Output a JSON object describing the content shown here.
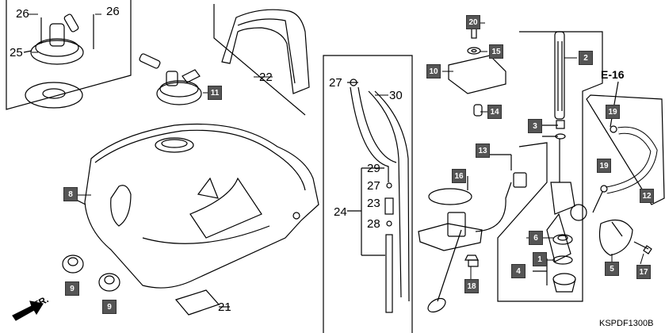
{
  "diagram_code": "KSPDF1300B",
  "direction_label": "FR.",
  "reference_label": "E-16",
  "box_labels": {
    "b20": "20",
    "b15": "15",
    "b2": "2",
    "b10": "10",
    "b14": "14",
    "b11": "11",
    "b3": "3",
    "b19a": "19",
    "b19b": "19",
    "b12": "12",
    "b13": "13",
    "b16": "16",
    "b8": "8",
    "b6": "6",
    "b1": "1",
    "b4": "4",
    "b5": "5",
    "b17": "17",
    "b18": "18",
    "b9a": "9",
    "b9b": "9"
  },
  "plain_labels": {
    "l26a": "26",
    "l26b": "26",
    "l25": "25",
    "l22": "22",
    "l27a": "27",
    "l30": "30",
    "l29": "29",
    "l27b": "27",
    "l23": "23",
    "l24": "24",
    "l28": "28",
    "l21": "21"
  }
}
